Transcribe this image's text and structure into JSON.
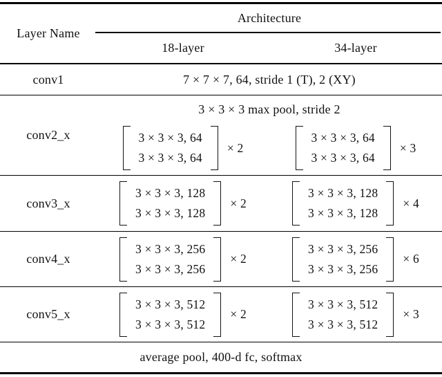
{
  "table": {
    "header": {
      "layer_col": "Layer Name",
      "arch_col": "Architecture",
      "sub_cols": [
        "18-layer",
        "34-layer"
      ]
    },
    "conv1": {
      "name": "conv1",
      "spec": "7 × 7 × 7, 64, stride 1 (T), 2 (XY)"
    },
    "body_rows": [
      {
        "name": "conv2_x",
        "pool": "3 × 3 × 3 max pool, stride 2",
        "blocks": [
          {
            "lines": [
              "3 × 3 × 3, 64",
              "3 × 3 × 3, 64"
            ],
            "mult": "× 2"
          },
          {
            "lines": [
              "3 × 3 × 3, 64",
              "3 × 3 × 3, 64"
            ],
            "mult": "× 3"
          }
        ]
      },
      {
        "name": "conv3_x",
        "blocks": [
          {
            "lines": [
              "3 × 3 × 3, 128",
              "3 × 3 × 3, 128"
            ],
            "mult": "× 2"
          },
          {
            "lines": [
              "3 × 3 × 3, 128",
              "3 × 3 × 3, 128"
            ],
            "mult": "× 4"
          }
        ]
      },
      {
        "name": "conv4_x",
        "blocks": [
          {
            "lines": [
              "3 × 3 × 3, 256",
              "3 × 3 × 3, 256"
            ],
            "mult": "× 2"
          },
          {
            "lines": [
              "3 × 3 × 3, 256",
              "3 × 3 × 3, 256"
            ],
            "mult": "× 6"
          }
        ]
      },
      {
        "name": "conv5_x",
        "blocks": [
          {
            "lines": [
              "3 × 3 × 3, 512",
              "3 × 3 × 3, 512"
            ],
            "mult": "× 2"
          },
          {
            "lines": [
              "3 × 3 × 3, 512",
              "3 × 3 × 3, 512"
            ],
            "mult": "× 3"
          }
        ]
      }
    ],
    "footer": "average pool, 400-d fc, softmax",
    "colors": {
      "text": "#111111",
      "rule": "#000000",
      "background": "#ffffff"
    }
  }
}
